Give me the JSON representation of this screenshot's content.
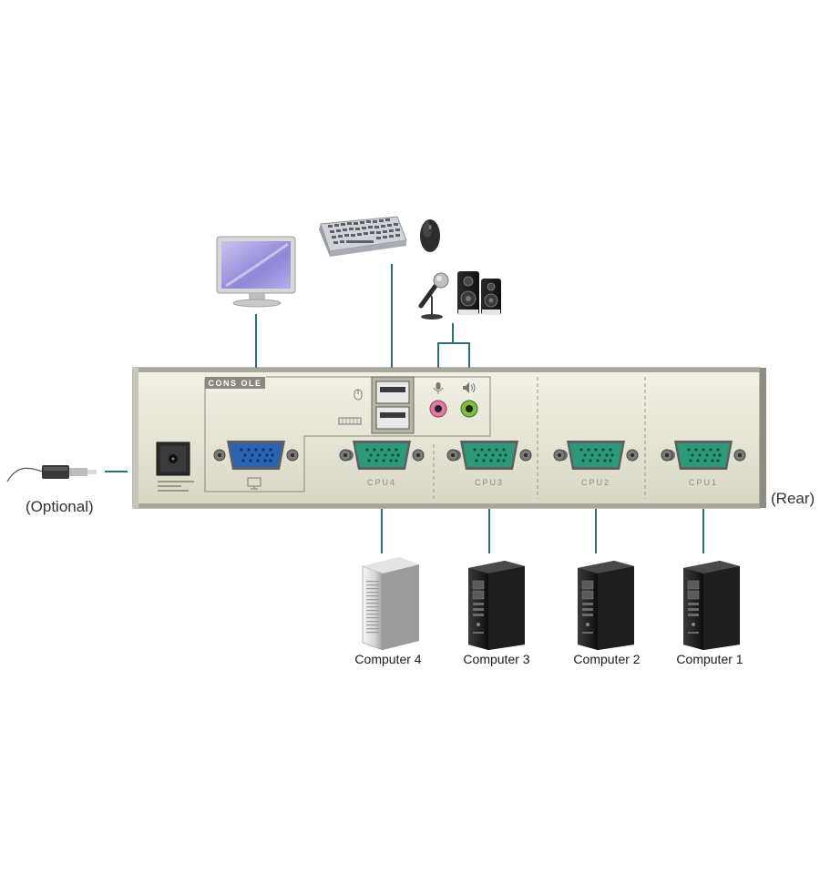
{
  "labels": {
    "optional": "(Optional)",
    "rear": "(Rear)",
    "console": "CONS OLE"
  },
  "ports": [
    {
      "id": "cpu4",
      "label": "CPU4"
    },
    {
      "id": "cpu3",
      "label": "CPU3"
    },
    {
      "id": "cpu2",
      "label": "CPU2"
    },
    {
      "id": "cpu1",
      "label": "CPU1"
    }
  ],
  "computers": [
    {
      "id": "computer4",
      "label": "Computer 4",
      "style": "silver-tower"
    },
    {
      "id": "computer3",
      "label": "Computer 3",
      "style": "black-tower"
    },
    {
      "id": "computer2",
      "label": "Computer 2",
      "style": "black-tower"
    },
    {
      "id": "computer1",
      "label": "Computer 1",
      "style": "black-tower"
    }
  ],
  "icons": {
    "monitor": "monitor-icon",
    "keyboard": "keyboard-icon",
    "mouse": "mouse-icon",
    "microphone": "microphone-icon",
    "speakers": "speakers-icon",
    "power_adapter": "power-adapter-icon"
  },
  "colors": {
    "wire": "#2f6f73",
    "panel": "#e8e6d6",
    "console_vga": "#2a63b3",
    "cpu_vga": "#2c9a7a",
    "mic_jack": "#e07aa0",
    "speaker_jack": "#7cbf3f"
  }
}
